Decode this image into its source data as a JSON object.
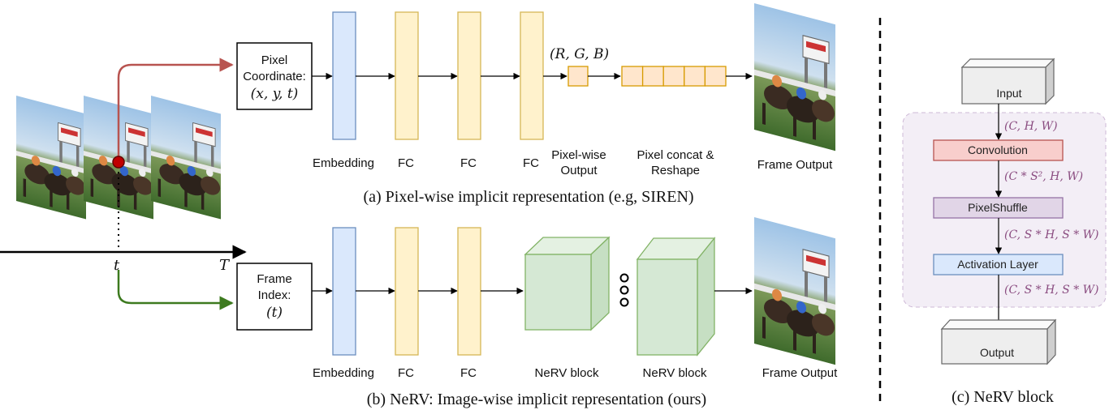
{
  "colors": {
    "embedding_fill": "#dae8fc",
    "embedding_stroke": "#6c8ebf",
    "fc_fill": "#fff2cc",
    "fc_stroke": "#d6b656",
    "pixel_fill": "#ffe6cc",
    "pixel_stroke": "#d79b00",
    "nerv_fill": "#d5e8d4",
    "nerv_stroke": "#82b366",
    "red_arrow": "#b85450",
    "green_arrow": "#3d7a1f",
    "conv_fill": "#f8cecc",
    "conv_stroke": "#b85450",
    "shuffle_fill": "#e1d5e7",
    "shuffle_stroke": "#9673a6",
    "act_fill": "#dae8fc",
    "act_stroke": "#6c8ebf",
    "dim_text": "#8a4c80",
    "block_bg": "#f3eef6"
  },
  "timeline": {
    "t_label": "t",
    "T_label": "T"
  },
  "panel_a": {
    "input_line1": "Pixel",
    "input_line2": "Coordinate:",
    "input_math": "(x, y, t)",
    "rgb_math": "(R, G, B)",
    "embedding_label": "Embedding",
    "fc_labels": [
      "FC",
      "FC",
      "FC"
    ],
    "pixel_output_line1": "Pixel-wise",
    "pixel_output_line2": "Output",
    "concat_line1": "Pixel concat &",
    "concat_line2": "Reshape",
    "frame_output_label": "Frame Output",
    "caption": "(a) Pixel-wise implicit representation (e.g, SIREN)"
  },
  "panel_b": {
    "input_line1": "Frame",
    "input_line2": "Index:",
    "input_math": "(t)",
    "embedding_label": "Embedding",
    "fc_labels": [
      "FC",
      "FC"
    ],
    "nerv_labels": [
      "NeRV block",
      "NeRV block"
    ],
    "frame_output_label": "Frame Output",
    "caption": "(b) NeRV: Image-wise implicit representation (ours)"
  },
  "panel_c": {
    "input_label": "Input",
    "conv_label": "Convolution",
    "shuffle_label": "PixelShuffle",
    "act_label": "Activation Layer",
    "output_label": "Output",
    "dims": [
      "(C, H, W)",
      "(C * S², H, W)",
      "(C, S * H, S * W)",
      "(C, S * H, S * W)"
    ],
    "caption": "(c) NeRV block"
  }
}
